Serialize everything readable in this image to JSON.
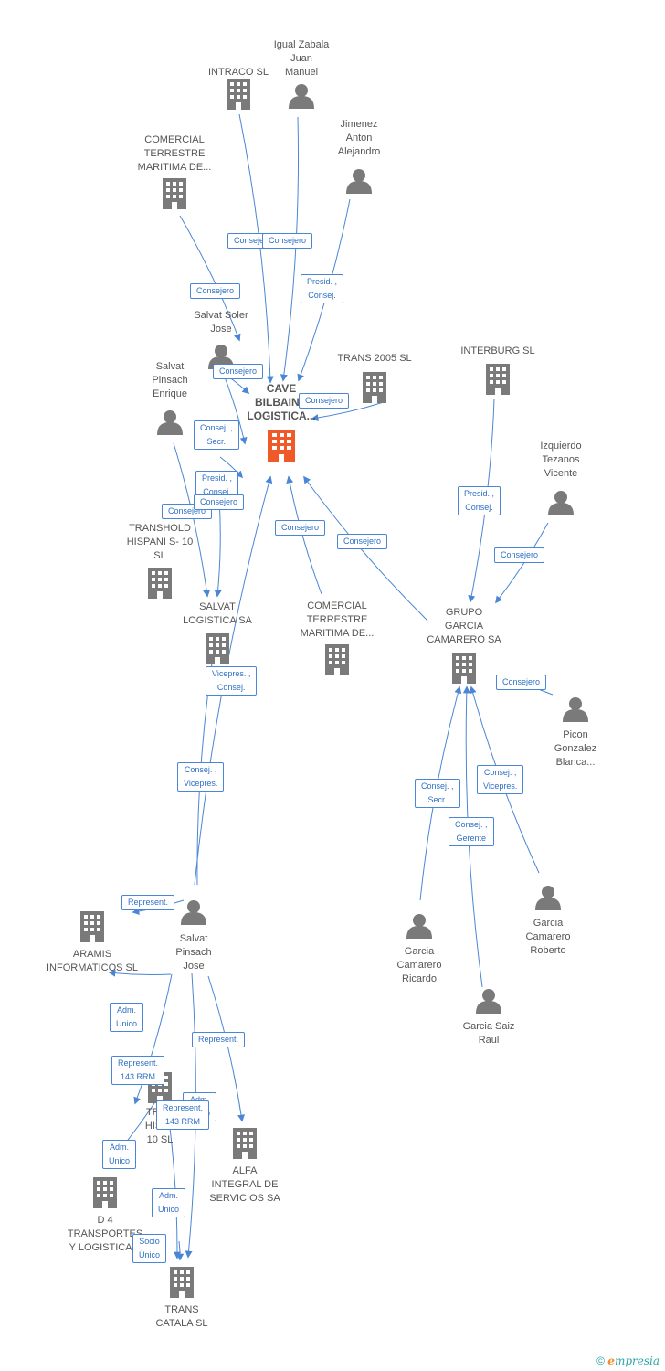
{
  "colors": {
    "edge": "#4a86d4",
    "icon": "#7a7a7a",
    "main": "#f05a28",
    "label_text": "#555555",
    "edge_text": "#2e6fc4"
  },
  "main_node": {
    "label": "CAVE\nBILBAINO\nLOGISTICA...",
    "icon": "building-icon"
  },
  "nodes": [
    {
      "id": "intraco",
      "label": "INTRACO SL",
      "type": "company"
    },
    {
      "id": "igual",
      "label": "Igual Zabala\nJuan\nManuel",
      "type": "person"
    },
    {
      "id": "jimenez",
      "label": "Jimenez\nAnton\nAlejandro",
      "type": "person"
    },
    {
      "id": "comercial1",
      "label": "COMERCIAL\nTERRESTRE\nMARITIMA DE...",
      "type": "company"
    },
    {
      "id": "salvat_soler",
      "label": "Salvat Soler\nJose",
      "type": "person"
    },
    {
      "id": "salvat_enrique",
      "label": "Salvat\nPinsach\nEnrique",
      "type": "person"
    },
    {
      "id": "trans2005",
      "label": "TRANS 2005  SL",
      "type": "company"
    },
    {
      "id": "interburg",
      "label": "INTERBURG  SL",
      "type": "company"
    },
    {
      "id": "izquierdo",
      "label": "Izquierdo\nTezanos\nVicente",
      "type": "person"
    },
    {
      "id": "transhold1",
      "label": "TRANSHOLD\nHISPANI S- 10\nSL",
      "type": "company"
    },
    {
      "id": "salvat_log",
      "label": "SALVAT\nLOGISTICA SA",
      "type": "company"
    },
    {
      "id": "comercial2",
      "label": "COMERCIAL\nTERRESTRE\nMARITIMA DE...",
      "type": "company"
    },
    {
      "id": "grupo",
      "label": "GRUPO\nGARCIA\nCAMARERO SA",
      "type": "company"
    },
    {
      "id": "picon",
      "label": "Picon\nGonzalez\nBlanca...",
      "type": "person"
    },
    {
      "id": "salvat_jose",
      "label": "Salvat\nPinsach\nJose",
      "type": "person"
    },
    {
      "id": "aramis",
      "label": "ARAMIS\nINFORMATICOS SL",
      "type": "company"
    },
    {
      "id": "garcia_ricardo",
      "label": "Garcia\nCamarero\nRicardo",
      "type": "person"
    },
    {
      "id": "garcia_roberto",
      "label": "Garcia\nCamarero\nRoberto",
      "type": "person"
    },
    {
      "id": "garcia_raul",
      "label": "Garcia Saiz\nRaul",
      "type": "person"
    },
    {
      "id": "transhold2",
      "label": "TRAN\nHISPA\n10  SL",
      "type": "company"
    },
    {
      "id": "alfa",
      "label": "ALFA\nINTEGRAL DE\nSERVICIOS SA",
      "type": "company"
    },
    {
      "id": "d4",
      "label": "D 4\nTRANSPORTES\nY LOGISTICA S",
      "type": "company"
    },
    {
      "id": "trans_catala",
      "label": "TRANS\nCATALA SL",
      "type": "company"
    }
  ],
  "edge_labels": [
    "Consejero",
    "Consejero",
    "Presid. ,\nConsej.",
    "Consejero",
    "Consejero",
    "Consejero",
    "Consej. ,\nSecr.",
    "Presid. ,\nConsej.",
    "Consejero",
    "Consejero",
    "Consejero",
    "Consejero",
    "Presid. ,\nConsej.",
    "Consejero",
    "Consejero",
    "Vicepres. ,\nConsej.",
    "Consej. ,\nVicepres.",
    "Consej. ,\nSecr.",
    "Consej. ,\nVicepres.",
    "Consej. ,\nGerente",
    "Represent.",
    "Adm.\nUnico",
    "Represent.",
    "Represent.\n143 RRM",
    "Adm.\nUnico",
    "Represent.\n143 RRM",
    "Adm.\nUnico",
    "Adm.\nUnico",
    "Socio\nÚnico"
  ],
  "footer": {
    "copyright": "©",
    "brand_e": "e",
    "brand_rest": "mpresia"
  }
}
